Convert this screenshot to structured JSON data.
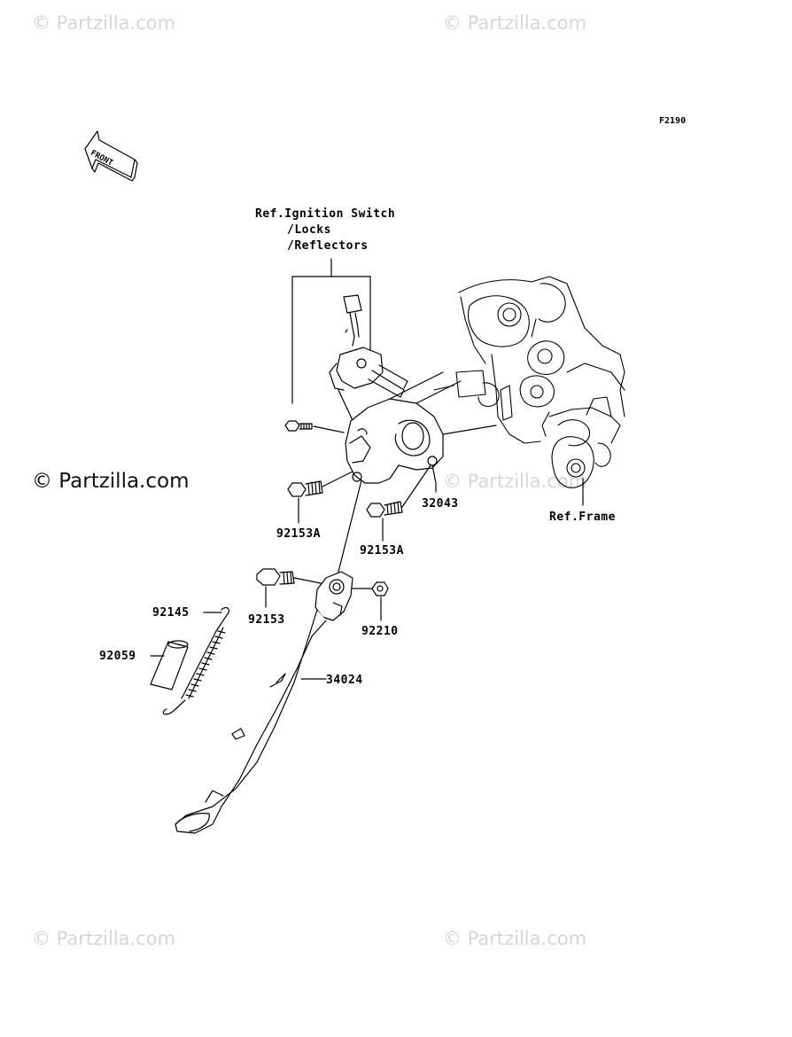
{
  "watermarks": {
    "top_left": "© Partzilla.com",
    "top_right": "© Partzilla.com",
    "middle_right": "© Partzilla.com",
    "bottom_left": "© Partzilla.com",
    "bottom_right": "© Partzilla.com",
    "main": "© Partzilla.com"
  },
  "figure_code": "F2190",
  "front_arrow_label": "FRONT",
  "ref_labels": {
    "ignition_line1": "Ref.Ignition Switch",
    "ignition_line2": "/Locks",
    "ignition_line3": "/Reflectors",
    "frame": "Ref.Frame"
  },
  "parts": {
    "p32043": "32043",
    "p92153A_left": "92153A",
    "p92153A_right": "92153A",
    "p92153": "92153",
    "p92210": "92210",
    "p92145": "92145",
    "p92059": "92059",
    "p34024": "34024"
  }
}
